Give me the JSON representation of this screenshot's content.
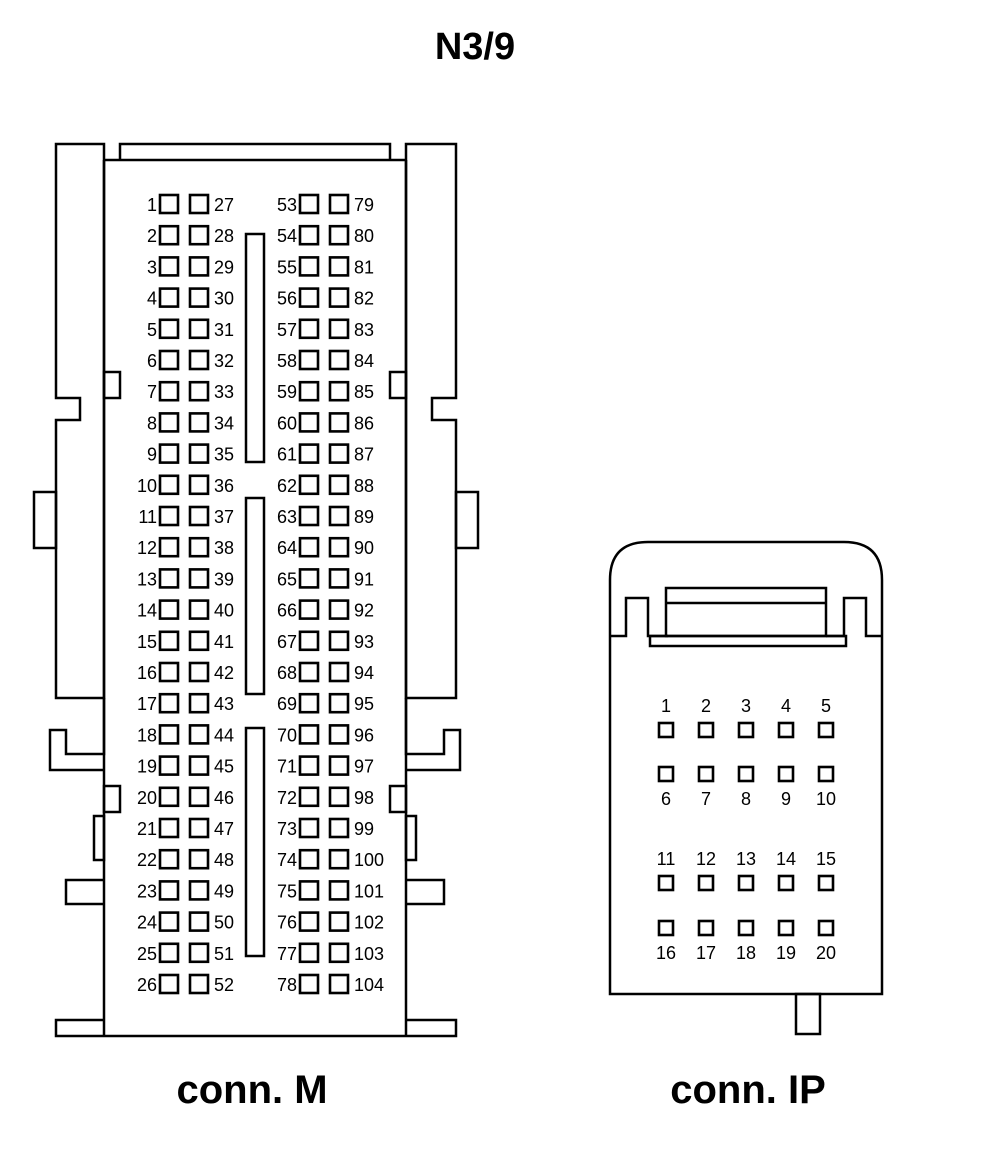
{
  "title": "N3/9",
  "connectors": {
    "m": {
      "caption": "conn. M",
      "rows": 26,
      "pins_per_column": 26
    },
    "ip": {
      "caption": "conn. IP",
      "pin_rows": [
        [
          "1",
          "2",
          "3",
          "4",
          "5"
        ],
        [
          "6",
          "7",
          "8",
          "9",
          "10"
        ],
        [
          "11",
          "12",
          "13",
          "14",
          "15"
        ],
        [
          "16",
          "17",
          "18",
          "19",
          "20"
        ]
      ]
    }
  },
  "colors": {
    "stroke": "#000000",
    "background": "#ffffff"
  }
}
